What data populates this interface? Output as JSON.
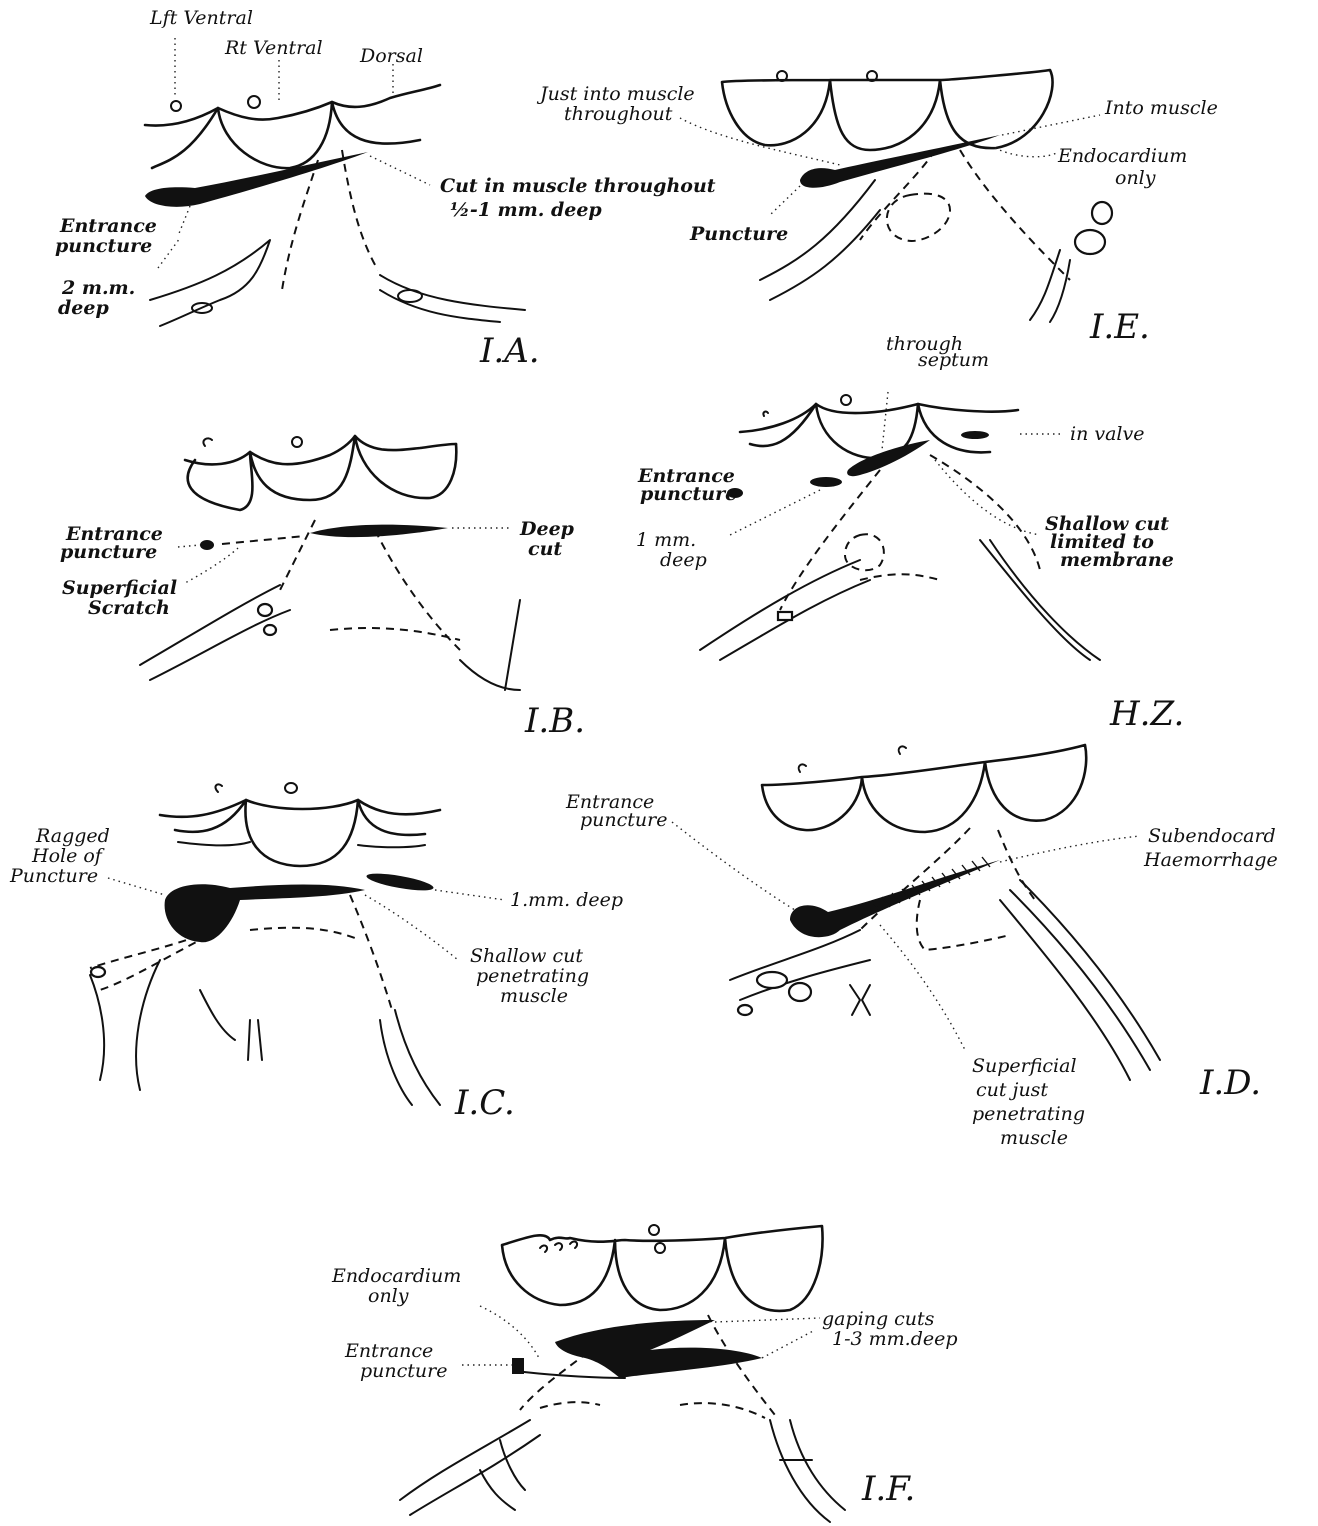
{
  "figure": {
    "panels": [
      {
        "id": "I.A.",
        "labels": {
          "left_ventral": "Lft Ventral",
          "right_ventral": "Rt Ventral",
          "dorsal": "Dorsal",
          "cut_line1": "Cut in muscle throughout",
          "cut_line2": "½-1 mm. deep",
          "entrance_line1": "Entrance",
          "entrance_line2": "puncture",
          "depth_line1": "2 m.m.",
          "depth_line2": "deep"
        }
      },
      {
        "id": "I.E.",
        "labels": {
          "just_into_line1": "Just into muscle",
          "just_into_line2": "throughout",
          "into_muscle": "Into muscle",
          "endocardium_line1": "Endocardium",
          "endocardium_line2": "only",
          "puncture": "Puncture"
        }
      },
      {
        "id": "I.B.",
        "labels": {
          "entrance_line1": "Entrance",
          "entrance_line2": "puncture",
          "deep_line1": "Deep",
          "deep_line2": "cut",
          "superficial_line1": "Superficial",
          "superficial_line2": "Scratch"
        }
      },
      {
        "id": "H.Z.",
        "labels": {
          "through_line1": "through",
          "through_line2": "septum",
          "in_valve": "in valve",
          "entrance_line1": "Entrance",
          "entrance_line2": "puncture",
          "depth_line1": "1 mm.",
          "depth_line2": "deep",
          "shallow_line1": "Shallow cut",
          "shallow_line2": "limited to",
          "shallow_line3": "membrane"
        }
      },
      {
        "id": "I.C.",
        "labels": {
          "ragged_line1": "Ragged",
          "ragged_line2": "Hole of",
          "ragged_line3": "Puncture",
          "depth": "1.mm. deep",
          "shallow_line1": "Shallow cut",
          "shallow_line2": "penetrating",
          "shallow_line3": "muscle"
        }
      },
      {
        "id": "I.D.",
        "labels": {
          "entrance_line1": "Entrance",
          "entrance_line2": "puncture",
          "subendo_line1": "Subendocard",
          "subendo_line2": "Haemorrhage",
          "superficial_line1": "Superficial",
          "superficial_line2": "cut just",
          "superficial_line3": "penetrating",
          "superficial_line4": "muscle"
        }
      },
      {
        "id": "I.F.",
        "labels": {
          "endocardium_line1": "Endocardium",
          "endocardium_line2": "only",
          "entrance_line1": "Entrance",
          "entrance_line2": "puncture",
          "gaping_line1": "gaping cuts",
          "gaping_line2": "1-3 mm.deep"
        }
      }
    ]
  }
}
